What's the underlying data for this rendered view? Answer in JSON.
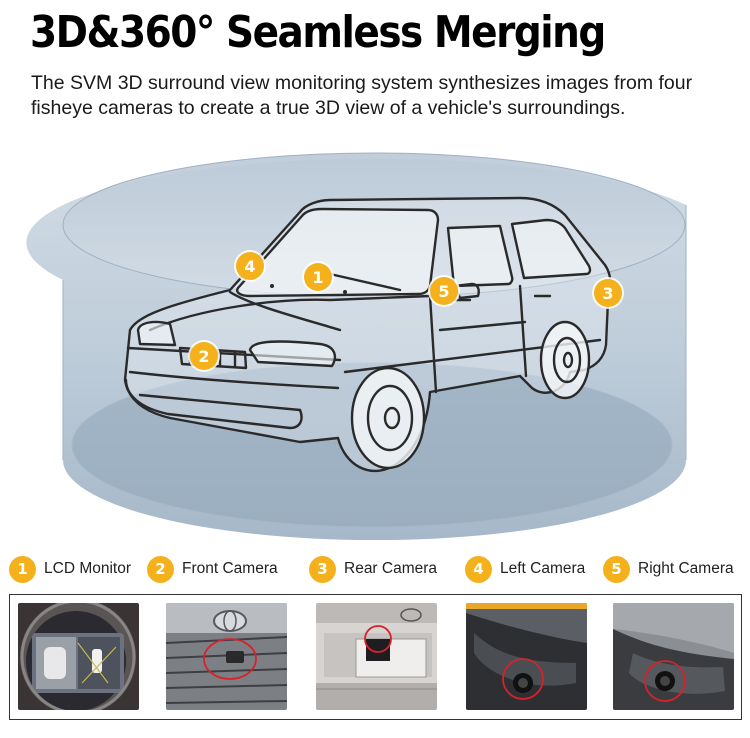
{
  "header": {
    "title": "3D&360° Seamless Merging",
    "description": "The SVM 3D surround view monitoring system synthesizes images from four fisheye cameras to create a true 3D view of a vehicle's surroundings."
  },
  "markers": [
    {
      "number": "1"
    },
    {
      "number": "2"
    },
    {
      "number": "3"
    },
    {
      "number": "4"
    },
    {
      "number": "5"
    }
  ],
  "legend": [
    {
      "number": "1",
      "label": "LCD Monitor"
    },
    {
      "number": "2",
      "label": "Front Camera"
    },
    {
      "number": "3",
      "label": "Rear Camera"
    },
    {
      "number": "4",
      "label": "Left Camera"
    },
    {
      "number": "5",
      "label": "Right Camera"
    }
  ],
  "colors": {
    "badge": "#f5b11c",
    "cylinder_fill": "#a9bccd",
    "highlight_circle": "#d8222a"
  }
}
